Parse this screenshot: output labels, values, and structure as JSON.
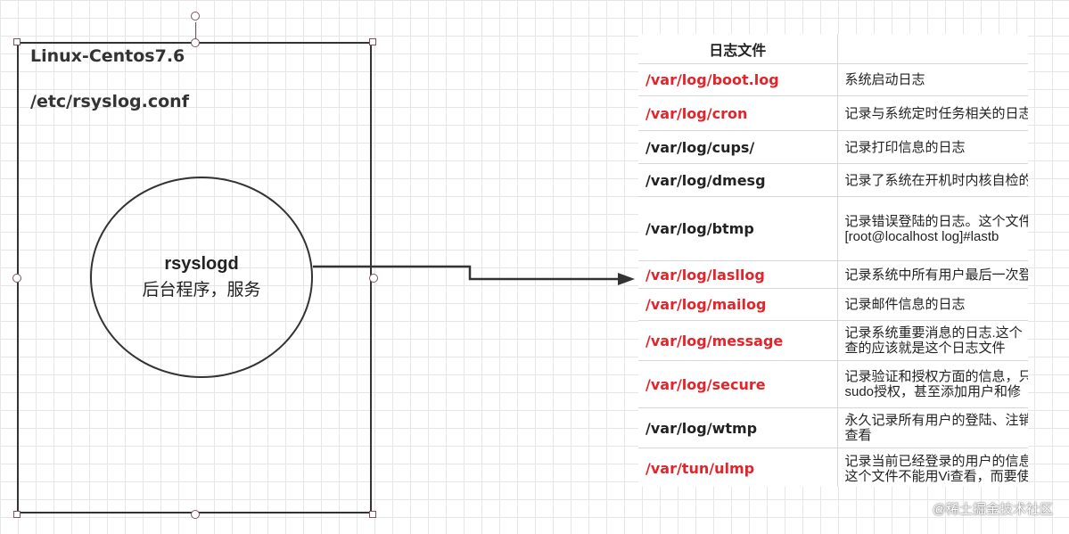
{
  "box": {
    "line1": "Linux-Centos7.6",
    "line2": "/etc/rsyslog.conf"
  },
  "ellipse": {
    "title": "rsyslogd",
    "subtitle": "后台程序，服务"
  },
  "table": {
    "headers": [
      "日志文件",
      ""
    ],
    "rows": [
      {
        "path": "/var/log/boot.log",
        "desc": "系统启动日志",
        "highlight": true
      },
      {
        "path": "/var/log/cron",
        "desc": "记录与系统定时任务相关的日志",
        "highlight": true
      },
      {
        "path": "/var/log/cups/",
        "desc": "记录打印信息的日志",
        "highlight": false
      },
      {
        "path": "/var/log/dmesg",
        "desc": "记录了系统在开机时内核自检的",
        "highlight": false
      },
      {
        "path": "/var/log/btmp",
        "desc": "记录错误登陆的日志。这个文件\n[root@localhost log]#lastb",
        "highlight": false
      },
      {
        "path": "/var/log/lasllog",
        "desc": "记录系统中所有用户最后一次登",
        "highlight": true
      },
      {
        "path": "/var/log/mailog",
        "desc": "记录邮件信息的日志",
        "highlight": true
      },
      {
        "path": "/var/log/message",
        "desc": "记录系统重要消息的日志.这个\n查的应该就是这个日志文件",
        "highlight": true
      },
      {
        "path": " /var/log/secure",
        "desc": "记录验证和授权方面的信息，只\nsudo授权，甚至添加用户和修",
        "highlight": true
      },
      {
        "path": "/var/log/wtmp",
        "desc": "永久记录所有用户的登陆、注销\n查看",
        "highlight": false
      },
      {
        "path": "/var/tun/ulmp",
        "desc": "记录当前已经登录的用户的信息\n这个文件不能用Vi查看，而要使",
        "highlight": true
      }
    ]
  },
  "watermark": "@稀土掘金技术社区",
  "colors": {
    "highlight_path": "#e3242b",
    "handle": "#7a5560",
    "stroke": "#333333"
  }
}
